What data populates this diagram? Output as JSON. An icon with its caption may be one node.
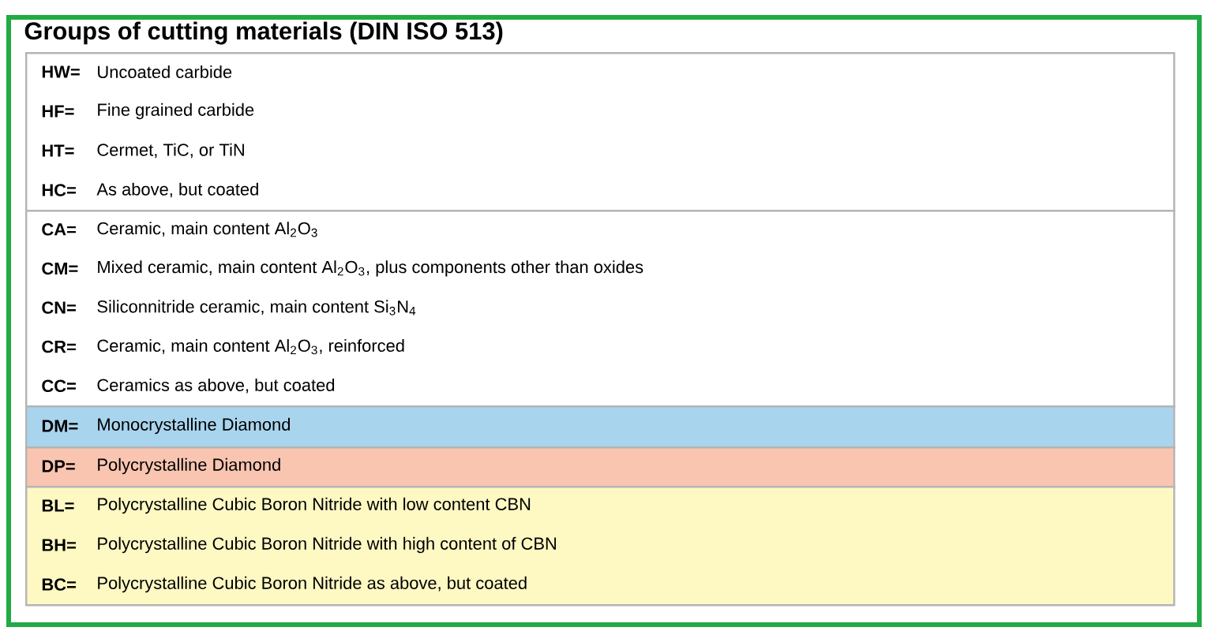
{
  "diagram": {
    "nodes": [
      {
        "text": [
          "Groups of cutting materials (DIN ISO 513)"
        ]
      },
      {
        "text": [
          "HW=",
          "Uncoated carbide",
          "HF=",
          "Fine grained carbide",
          "HT=",
          "Cermet, TiC, or TiN",
          "HC=",
          "As above, but coated"
        ],
        "in": 0
      },
      {
        "text": [
          "CA=",
          "Ceramic, main content Al$_{2}$O$_{3}$",
          "CM=",
          "Mixed ceramic, main content Al$_{2}$O$_{3}$, plus components other than oxides",
          "CN=",
          "Siliconnitride ceramic, main content Si$_{3}$N$_{4}$",
          "CR=",
          "Ceramic, main content Al$_{2}$O$_{3}$, reinforced",
          "CC=",
          "Ceramics as above, but coated"
        ],
        "in": 0
      },
      {
        "text": [
          "DM=",
          "Monocrystalline Diamond"
        ],
        "in": 0
      },
      {
        "text": [
          "DP=",
          "Polycrystalline Diamond"
        ],
        "in": 0
      },
      {
        "text": [
          "BL=",
          "Polycrystalline Cubic Boron Nitride with low content CBN",
          "BH=",
          "Polycrystalline Cubic Boron Nitride with high content of CBN",
          "BC=",
          "Polycrystalline Cubic Boron Nitride as above, but coated"
        ],
        "in": 0
      }
    ]
  }
}
